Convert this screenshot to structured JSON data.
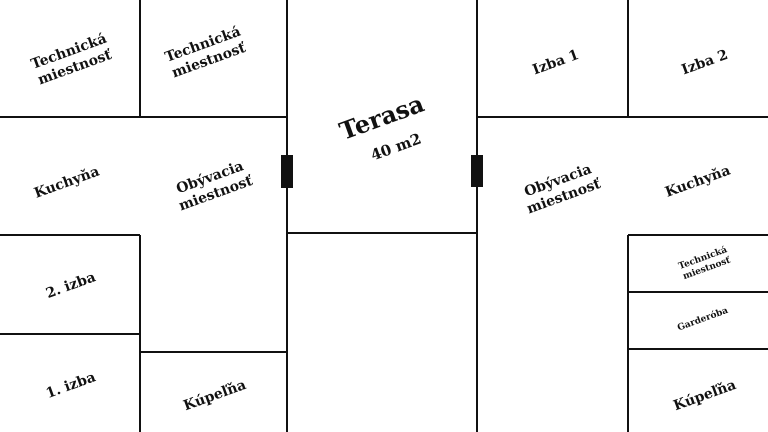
{
  "plan": {
    "line_color": "#111111",
    "door_color": "#111111",
    "background": "#ffffff",
    "rooms": {
      "tech_left_1": "Technická\nmiestnosť",
      "tech_left_2": "Technická\nmiestnosť",
      "kuchyna_left": "Kuchyňa",
      "obyvacia_left": "Obývacia\nmiestnosť",
      "izba2_left": "2. izba",
      "izba1_left": "1. izba",
      "kupelna_left": "Kúpeľňa",
      "terasa": "Terasa",
      "terasa_area": "40 m2",
      "izba1_right": "Izba 1",
      "izba2_right": "Izba 2",
      "obyvacia_right": "Obývacia\nmiestnosť",
      "kuchyna_right": "Kuchyňa",
      "tech_right": "Technická\nmiestnosť",
      "garderoba_right": "Garderóba",
      "kupelna_right": "Kúpeľňa"
    }
  }
}
